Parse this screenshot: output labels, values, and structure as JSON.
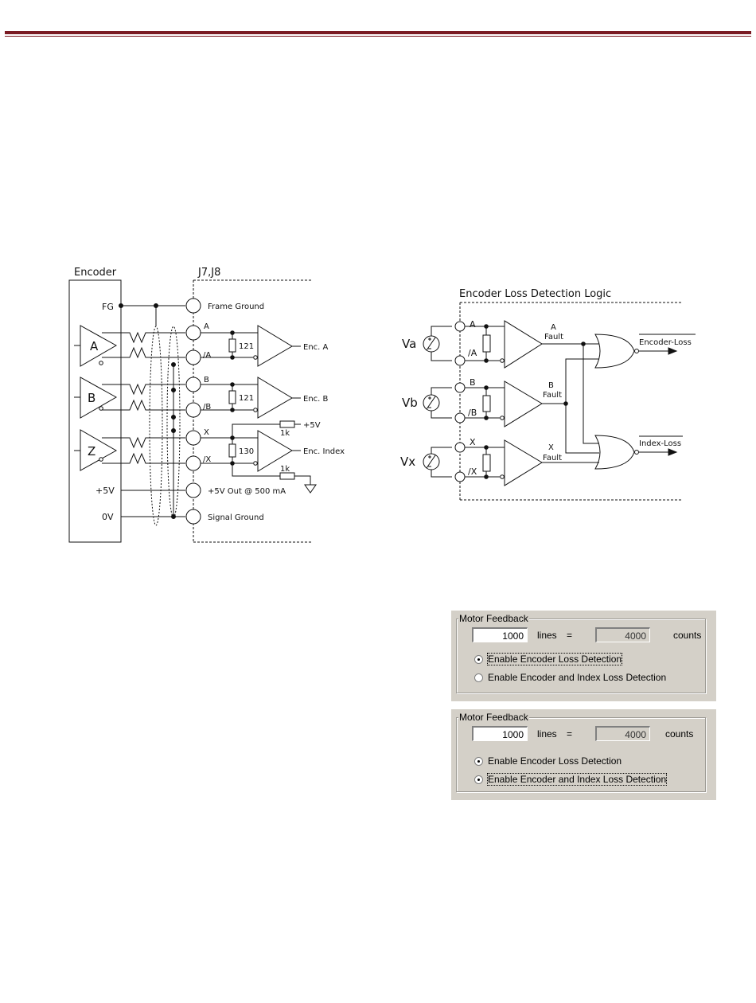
{
  "left_diagram": {
    "encoder_title": "Encoder",
    "connector_title": "J7,J8",
    "encoder_pins": {
      "fg": "FG",
      "plus5v": "+5V",
      "zero_v": "0V"
    },
    "drivers": [
      "A",
      "B",
      "Z"
    ],
    "terminals": {
      "frame_ground": "Frame Ground",
      "a": "A",
      "a_bar": "/A",
      "b": "B",
      "b_bar": "/B",
      "x": "X",
      "x_bar": "/X",
      "plus5v_out": "+5V Out @ 500 mA",
      "signal_ground": "Signal Ground"
    },
    "resistors": {
      "r_a": "121",
      "r_b": "121",
      "r_x": "130",
      "pullup": "1k",
      "pulldown": "1k"
    },
    "supply": "+5V",
    "outputs": {
      "enc_a": "Enc. A",
      "enc_b": "Enc. B",
      "enc_index": "Enc. Index"
    }
  },
  "right_diagram": {
    "title": "Encoder Loss Detection Logic",
    "sources": [
      "Va",
      "Vb",
      "Vx"
    ],
    "terminals": {
      "a": "A",
      "a_bar": "/A",
      "b": "B",
      "b_bar": "/B",
      "x": "X",
      "x_bar": "/X"
    },
    "faults": {
      "a": {
        "line1": "A",
        "line2": "Fault"
      },
      "b": {
        "line1": "B",
        "line2": "Fault"
      },
      "x": {
        "line1": "X",
        "line2": "Fault"
      }
    },
    "outputs": {
      "encoder_loss": "Encoder-Loss",
      "index_loss": "Index-Loss"
    }
  },
  "panels": [
    {
      "legend": "Motor Feedback",
      "lines_value": "1000",
      "lines_label": "lines",
      "equals": "=",
      "counts_value": "4000",
      "counts_label": "counts",
      "options": [
        {
          "label": "Enable Encoder Loss Detection",
          "checked": true
        },
        {
          "label": "Enable Encoder and Index Loss Detection",
          "checked": false
        }
      ]
    },
    {
      "legend": "Motor Feedback",
      "lines_value": "1000",
      "lines_label": "lines",
      "equals": "=",
      "counts_value": "4000",
      "counts_label": "counts",
      "options": [
        {
          "label": "Enable Encoder Loss Detection",
          "checked": true
        },
        {
          "label": "Enable Encoder and Index Loss Detection",
          "checked": true
        }
      ]
    }
  ],
  "colors": {
    "header_rule": "#7a1a22",
    "panel_bg": "#d4d0c8"
  }
}
